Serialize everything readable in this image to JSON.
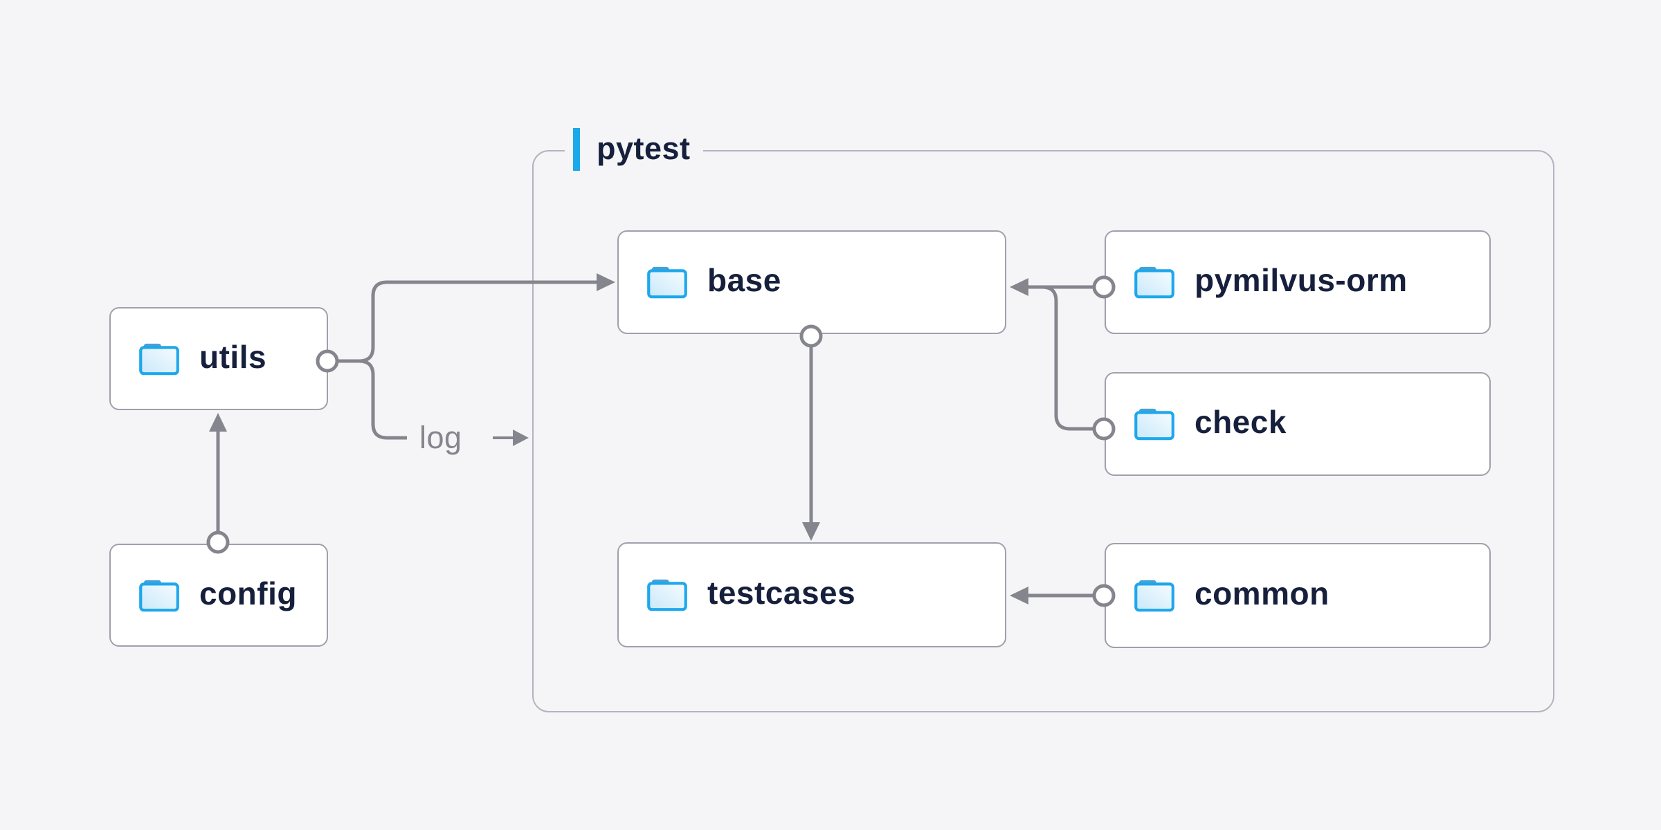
{
  "diagram": {
    "container": {
      "label": "pytest"
    },
    "nodes": {
      "utils": {
        "label": "utils"
      },
      "config": {
        "label": "config"
      },
      "base": {
        "label": "base"
      },
      "pymilvus_orm": {
        "label": "pymilvus-orm"
      },
      "check": {
        "label": "check"
      },
      "testcases": {
        "label": "testcases"
      },
      "common": {
        "label": "common"
      }
    },
    "edges": [
      {
        "from": "config",
        "to": "utils",
        "label": ""
      },
      {
        "from": "utils",
        "to": "base",
        "label": ""
      },
      {
        "from": "utils",
        "to": "pytest-container",
        "label": "log"
      },
      {
        "from": "pymilvus-orm",
        "to": "base",
        "label": ""
      },
      {
        "from": "check",
        "to": "base",
        "label": ""
      },
      {
        "from": "base",
        "to": "testcases",
        "label": ""
      },
      {
        "from": "common",
        "to": "testcases",
        "label": ""
      }
    ],
    "colors": {
      "background": "#f5f5f7",
      "node_fill": "#ffffff",
      "node_border": "#9fa0ac",
      "container_border": "#b3b3c1",
      "connector_gray": "#85858e",
      "text_navy": "#16203c",
      "muted_text": "#85858d",
      "accent_blue": "#1aa9ea",
      "folder_stroke_blue": "#1ea7ec",
      "folder_tab_blue": "#48a0d5"
    }
  }
}
